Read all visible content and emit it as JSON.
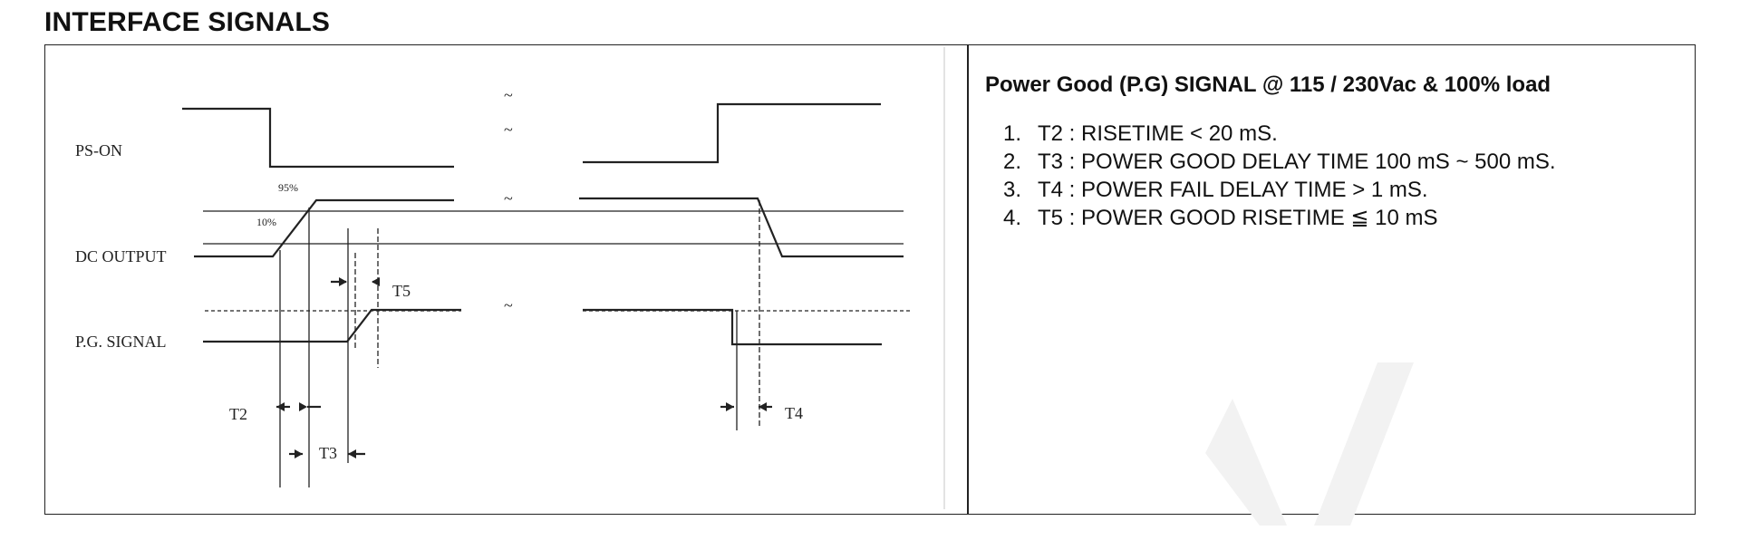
{
  "section_title": "INTERFACE SIGNALS",
  "diagram": {
    "signal_labels": [
      "PS-ON",
      "DC OUTPUT",
      "P.G. SIGNAL"
    ],
    "level_labels": [
      "95%",
      "10%"
    ],
    "timing_labels": [
      "T2",
      "T3",
      "T4",
      "T5"
    ],
    "break_glyph": "~"
  },
  "spec": {
    "heading": "Power Good (P.G) SIGNAL @ 115 / 230Vac & 100% load",
    "items": [
      {
        "num": "1.",
        "text": "T2 : RISETIME < 20 mS."
      },
      {
        "num": "2.",
        "text": "T3 : POWER GOOD DELAY TIME 100 mS ~ 500 mS."
      },
      {
        "num": "3.",
        "text": "T4 : POWER FAIL DELAY TIME > 1 mS."
      },
      {
        "num": "4.",
        "text": "T5 : POWER GOOD RISETIME ≦ 10 mS"
      }
    ]
  },
  "colors": {
    "line": "#222222",
    "frame": "#222222",
    "watermark": "#f2f2f2"
  }
}
